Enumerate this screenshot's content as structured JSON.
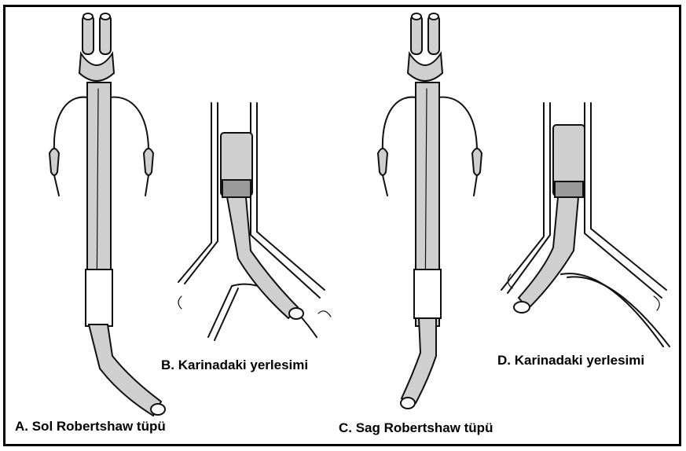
{
  "figure": {
    "captions": {
      "a": "A. Sol Robertshaw tüpü",
      "b": "B. Karinadaki yerlesimi",
      "c": "C. Sag Robertshaw tüpü",
      "d": "D. Karinadaki yerlesimi"
    }
  }
}
